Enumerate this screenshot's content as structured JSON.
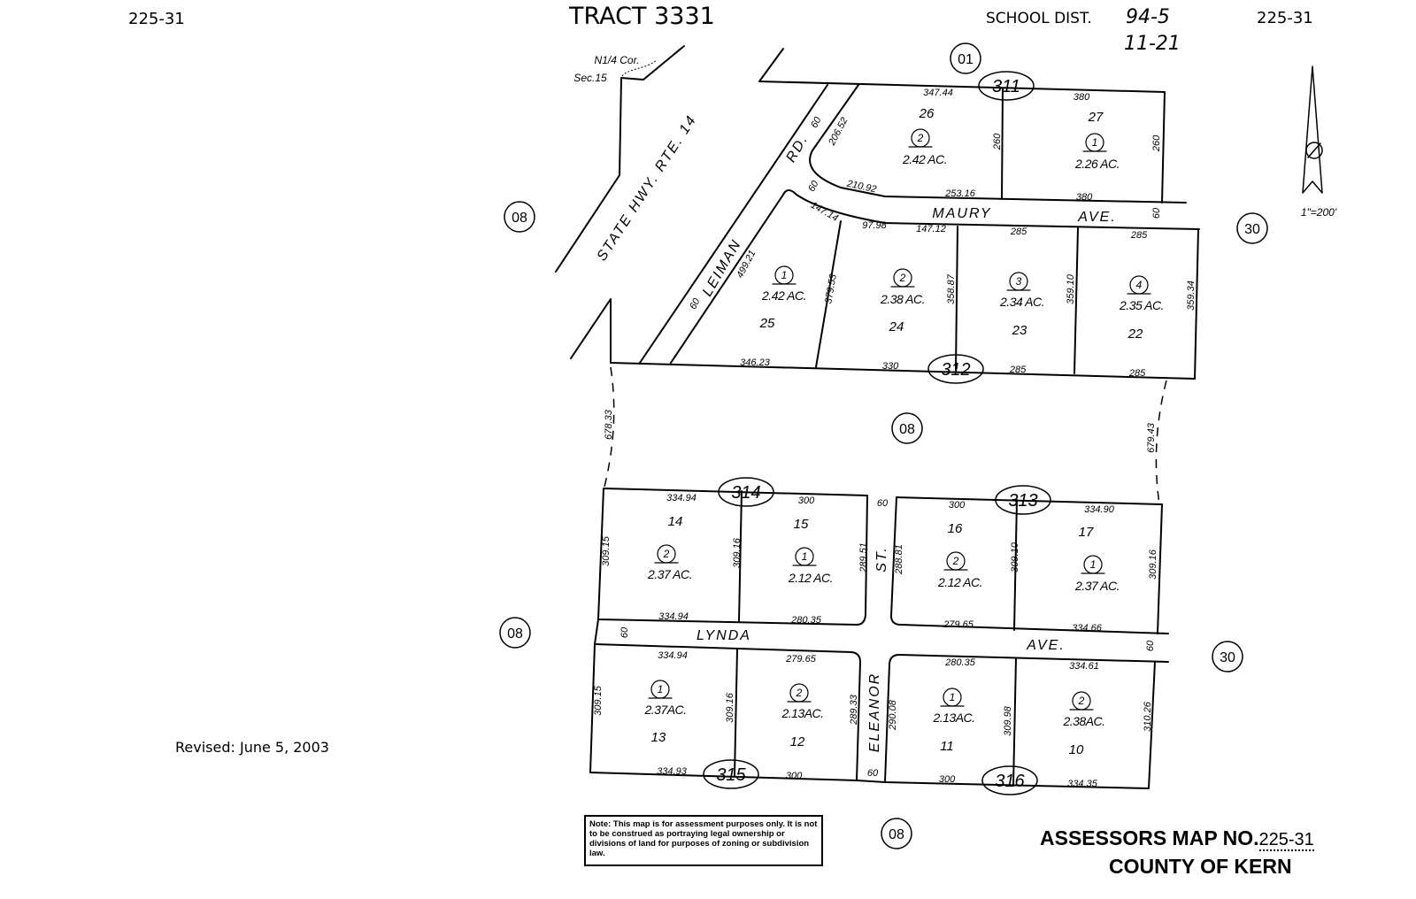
{
  "header": {
    "map_no_left": "225-31",
    "tract": "TRACT 3331",
    "school_dist_label": "SCHOOL DIST.",
    "school_dist_value": "94-5",
    "school_dist_sub": "11-21",
    "map_no_right": "225-31"
  },
  "corner_note": {
    "line1": "N1/4 Cor.",
    "line2": "Sec.15"
  },
  "scale": "1\"=200'",
  "streets": {
    "highway": "STATE HWY. RTE. 14",
    "leiman": "LEIMAN",
    "leiman_rd": "RD.",
    "maury": "MAURY",
    "maury_ave": "AVE.",
    "lynda": "LYNDA",
    "lynda_ave": "AVE.",
    "st": "ST.",
    "eleanor": "ELEANOR"
  },
  "book_pages": [
    "311",
    "312",
    "314",
    "313",
    "315",
    "316"
  ],
  "area_codes": [
    "01",
    "08",
    "30",
    "08",
    "08",
    "30",
    "08"
  ],
  "lots": [
    {
      "lot": "26",
      "parcel": "2",
      "acres": "2.42 AC."
    },
    {
      "lot": "27",
      "parcel": "1",
      "acres": "2.26 AC."
    },
    {
      "lot": "25",
      "parcel": "1",
      "acres": "2.42 AC."
    },
    {
      "lot": "24",
      "parcel": "2",
      "acres": "2.38 AC."
    },
    {
      "lot": "23",
      "parcel": "3",
      "acres": "2.34 AC."
    },
    {
      "lot": "22",
      "parcel": "4",
      "acres": "2.35 AC."
    },
    {
      "lot": "14",
      "parcel": "2",
      "acres": "2.37 AC."
    },
    {
      "lot": "15",
      "parcel": "1",
      "acres": "2.12 AC."
    },
    {
      "lot": "16",
      "parcel": "2",
      "acres": "2.12 AC."
    },
    {
      "lot": "17",
      "parcel": "1",
      "acres": "2.37 AC."
    },
    {
      "lot": "13",
      "parcel": "1",
      "acres": "2.37AC."
    },
    {
      "lot": "12",
      "parcel": "2",
      "acres": "2.13AC."
    },
    {
      "lot": "11",
      "parcel": "1",
      "acres": "2.13AC."
    },
    {
      "lot": "10",
      "parcel": "2",
      "acres": "2.38AC."
    }
  ],
  "dimensions": [
    "347.44",
    "380",
    "260",
    "260",
    "206.52",
    "60",
    "60",
    "210.92",
    "253.16",
    "380",
    "60",
    "147.14",
    "97.98",
    "147.12",
    "285",
    "285",
    "499.21",
    "60",
    "379.53",
    "358.87",
    "359.10",
    "359.34",
    "346.23",
    "330",
    "285",
    "285",
    "678.33",
    "679.43",
    "334.94",
    "300",
    "60",
    "300",
    "334.90",
    "309.15",
    "309.16",
    "289.51",
    "288.81",
    "309.10",
    "309.16",
    "334.94",
    "280.35",
    "279.65",
    "334.66",
    "60",
    "60",
    "334.94",
    "279.65",
    "280.35",
    "334.61",
    "309.15",
    "309.16",
    "289.33",
    "290.08",
    "309.98",
    "310.26",
    "334.93",
    "300",
    "60",
    "300",
    "334.35"
  ],
  "revised": "Revised: June 5, 2003",
  "note": "Note: This map is for assessment purposes only. It is not to be construed as portraying legal ownership or divisions of land for purposes of zoning or subdivision law.",
  "footer": {
    "assessors_label": "ASSESSORS MAP NO.",
    "assessors_no": "225-31",
    "county": "COUNTY OF KERN"
  }
}
